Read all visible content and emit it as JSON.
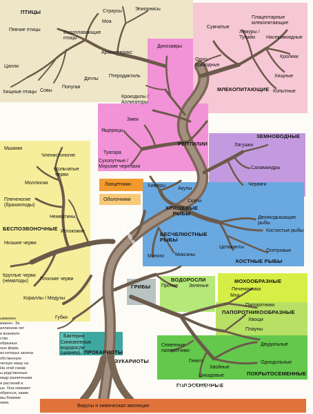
{
  "birds": {
    "title": "ПТИЦЫ",
    "ostriches": "Страусы",
    "penguins": "Эпиорнисы",
    "moa": "Моа",
    "diving": "Певчие птицы",
    "waterfowl": "Водоплавающие\nптицы",
    "archaeopteryx": "Археоптерикс",
    "herons": "Цапли",
    "woodpeckers": "Дятлы",
    "parrots": "Попугаи",
    "owls": "Совы",
    "raptors": "Хищные птицы"
  },
  "reptiles": {
    "title": "РЕПТИЛИИ",
    "dinosaurs": "Динозавры",
    "pterodactyl": "Птеродактиль",
    "crocodiles": "Крокодилы /\nАллигаторы",
    "snakes": "Змеи",
    "lizards": "Ящерицы",
    "tuatara": "Туатара",
    "turtles": "Сухопутные /\nМорские черепахи"
  },
  "mammals": {
    "title": "МЛЕКОПИТАЮЩИЕ",
    "placentals": "Плацентарные\nмлекопитающие",
    "marsupials": "Сумчатые",
    "lemurs": "Лемуры /\nТупайи",
    "insectivores": "Насекомоядные",
    "rabbits": "Кролики",
    "monotremes": "Одно-\nпроходные",
    "carnivores": "Хищные",
    "ungulates": "Копытные"
  },
  "amphibians": {
    "title": "ЗЕМНОВОДНЫЕ",
    "frogs": "Лягушки",
    "salamanders": "Саламандры",
    "caecilians": "Червяги"
  },
  "invertebrates": {
    "title": "БЕСПОЗВОНОЧНЫЕ",
    "bryozoans": "Мшанки",
    "arthropods": "Членистоногие",
    "annelids": "Кольчатые\nчерви",
    "mollusks": "Моллюски",
    "brachiopods": "Плеченогие\n(брахиоподы)",
    "nemerteans": "Немертины",
    "echinoderms": "Иглокожие",
    "lower_worms": "Низшие черви",
    "roundworms": "Круглые черви\n(нематоды)",
    "flatworms": "Плоские черви",
    "corals": "Кораллы / Медузы",
    "sponges": "Губки"
  },
  "chordates": {
    "title": "ХОРДОВЫЕ",
    "lancelets": "Ланцетники",
    "tunicates": "Оболочники"
  },
  "fish": {
    "chimaeras": "Химеры",
    "sharks": "Акулы",
    "rays": "Скаты",
    "cartilaginous": "ХРЯЩЕВЫЕ\nРЫБЫ",
    "lungfish": "Двоякодышащие\nрыбы",
    "bony_class": "Костистые рыбы",
    "jawless": "БЕСЧЕЛЮСТНЫЕ\nРЫБЫ",
    "coelacanths": "Целаканты",
    "sturgeons": "Осетровые",
    "lampreys": "Миноги",
    "hagfish": "Миксины",
    "bony": "КОСТНЫЕ РЫБЫ"
  },
  "plants": {
    "fungi": "ГРИБЫ",
    "algae": "ВОДОРОСЛИ",
    "brown": "Прочие",
    "green": "Зеленые",
    "bryophytes": "МОХООБРАЗНЫЕ",
    "liverworts": "Печеночники",
    "mosses": "Мхи",
    "ferns": "Папоротники",
    "pteridophytes": "ПАПОРОТНИКООБРАЗНЫЕ",
    "horsetails": "Хвощи",
    "club_mosses": "Плауны",
    "dicots": "Двудольные",
    "seed_ferns": "Семенные\nпапоротники",
    "ginkgo": "Гинкго",
    "conifers": "Хвойные",
    "monocots": "Однодольные",
    "cycads": "Цикадовые",
    "angiosperms": "ПОКРЫТОСЕМЕННЫЕ",
    "gymnosperms": "ГОЛОСЕМЕННЫЕ"
  },
  "prokaryotes": {
    "title": "ПРОКАРИОТЫ",
    "bacteria": "Бактерии",
    "cyanobacteria": "Синезеленые\nводоросли\n(цианеи)",
    "eukaryotes": "ЭУКАРИОТЫ"
  },
  "caption": {
    "text": "ываемое\nжизни». За\nиллионов лет\nи возникло\nство\nобразных\nных форм,\nиз которых заняла\nобственную\nческую нишу на\nНа этой схеме\nы родственные\nежду различными\nи растений и\nых. Она поможет\nобраться, какие\nмы близкие\nники,\nнет."
  },
  "ground": {
    "label": "Вирусы и химическая эволюция"
  },
  "watermark": {
    "text": "Postila.ru"
  }
}
